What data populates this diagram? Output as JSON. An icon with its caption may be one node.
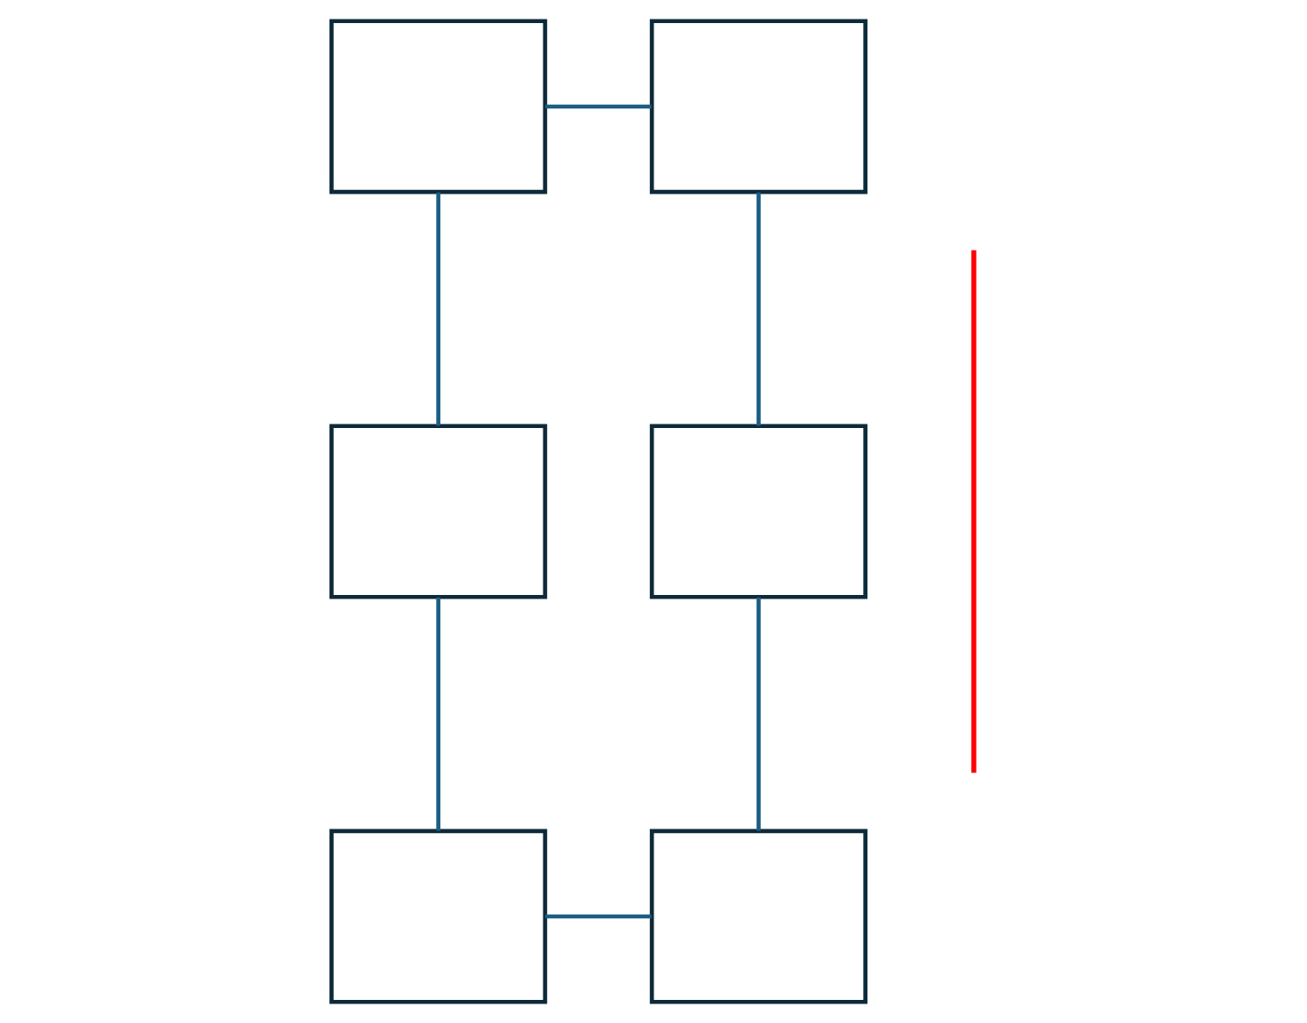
{
  "diagram": {
    "nodes": [
      {
        "text": [],
        "shape": "box"
      },
      {
        "text": [],
        "shape": "box"
      },
      {
        "text": [],
        "shape": "box"
      },
      {
        "text": [],
        "shape": "line"
      },
      {
        "text": [],
        "shape": "box"
      },
      {
        "text": [],
        "shape": "box"
      },
      {
        "text": [],
        "shape": "box"
      }
    ],
    "edges": [
      {
        "from": 0,
        "to": 1,
        "arrow": "none"
      },
      {
        "from": 0,
        "to": 2,
        "arrow": "none"
      },
      {
        "from": 1,
        "to": 4,
        "arrow": "none"
      },
      {
        "from": 2,
        "to": 5,
        "arrow": "none"
      },
      {
        "from": 4,
        "to": 6,
        "arrow": "none"
      },
      {
        "from": 5,
        "to": 6,
        "arrow": "none"
      }
    ]
  }
}
